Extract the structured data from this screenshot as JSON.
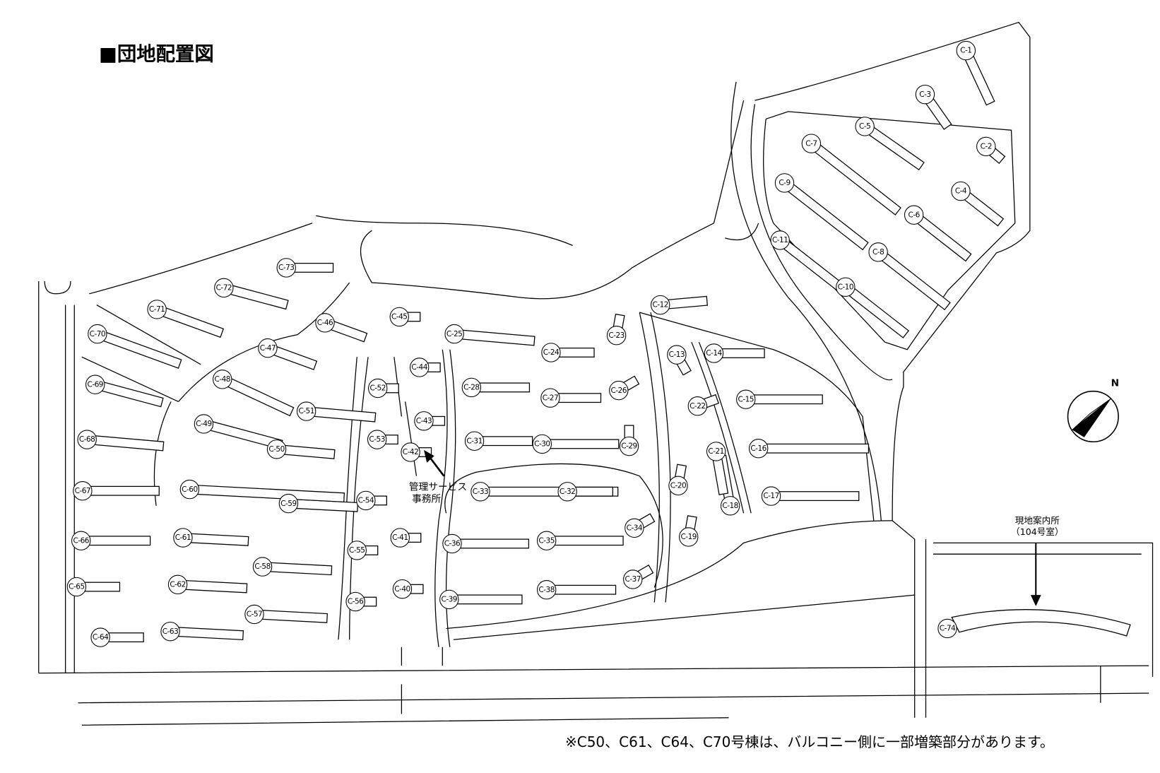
{
  "title": "■団地配置図",
  "note": "※C50、C61、C64、C70号棟は、バルコニー側に一部増築部分があります。",
  "office_label": [
    "管理サービス",
    "事務所"
  ],
  "guide_label": [
    "現地案内所",
    "（104号室）"
  ],
  "compass": {
    "icon": "north-arrow-icon",
    "label": "N"
  },
  "buildings": [
    "C-1",
    "C-2",
    "C-3",
    "C-4",
    "C-5",
    "C-6",
    "C-7",
    "C-8",
    "C-9",
    "C-10",
    "C-11",
    "C-12",
    "C-13",
    "C-14",
    "C-15",
    "C-16",
    "C-17",
    "C-18",
    "C-19",
    "C-20",
    "C-21",
    "C-22",
    "C-23",
    "C-24",
    "C-25",
    "C-26",
    "C-27",
    "C-28",
    "C-29",
    "C-30",
    "C-31",
    "C-32",
    "C-33",
    "C-34",
    "C-35",
    "C-36",
    "C-37",
    "C-38",
    "C-39",
    "C-40",
    "C-41",
    "C-42",
    "C-43",
    "C-44",
    "C-45",
    "C-46",
    "C-47",
    "C-48",
    "C-49",
    "C-50",
    "C-51",
    "C-52",
    "C-53",
    "C-54",
    "C-55",
    "C-56",
    "C-57",
    "C-58",
    "C-59",
    "C-60",
    "C-61",
    "C-62",
    "C-63",
    "C-64",
    "C-65",
    "C-66",
    "C-67",
    "C-68",
    "C-69",
    "C-70",
    "C-71",
    "C-72",
    "C-73",
    "C-74"
  ]
}
